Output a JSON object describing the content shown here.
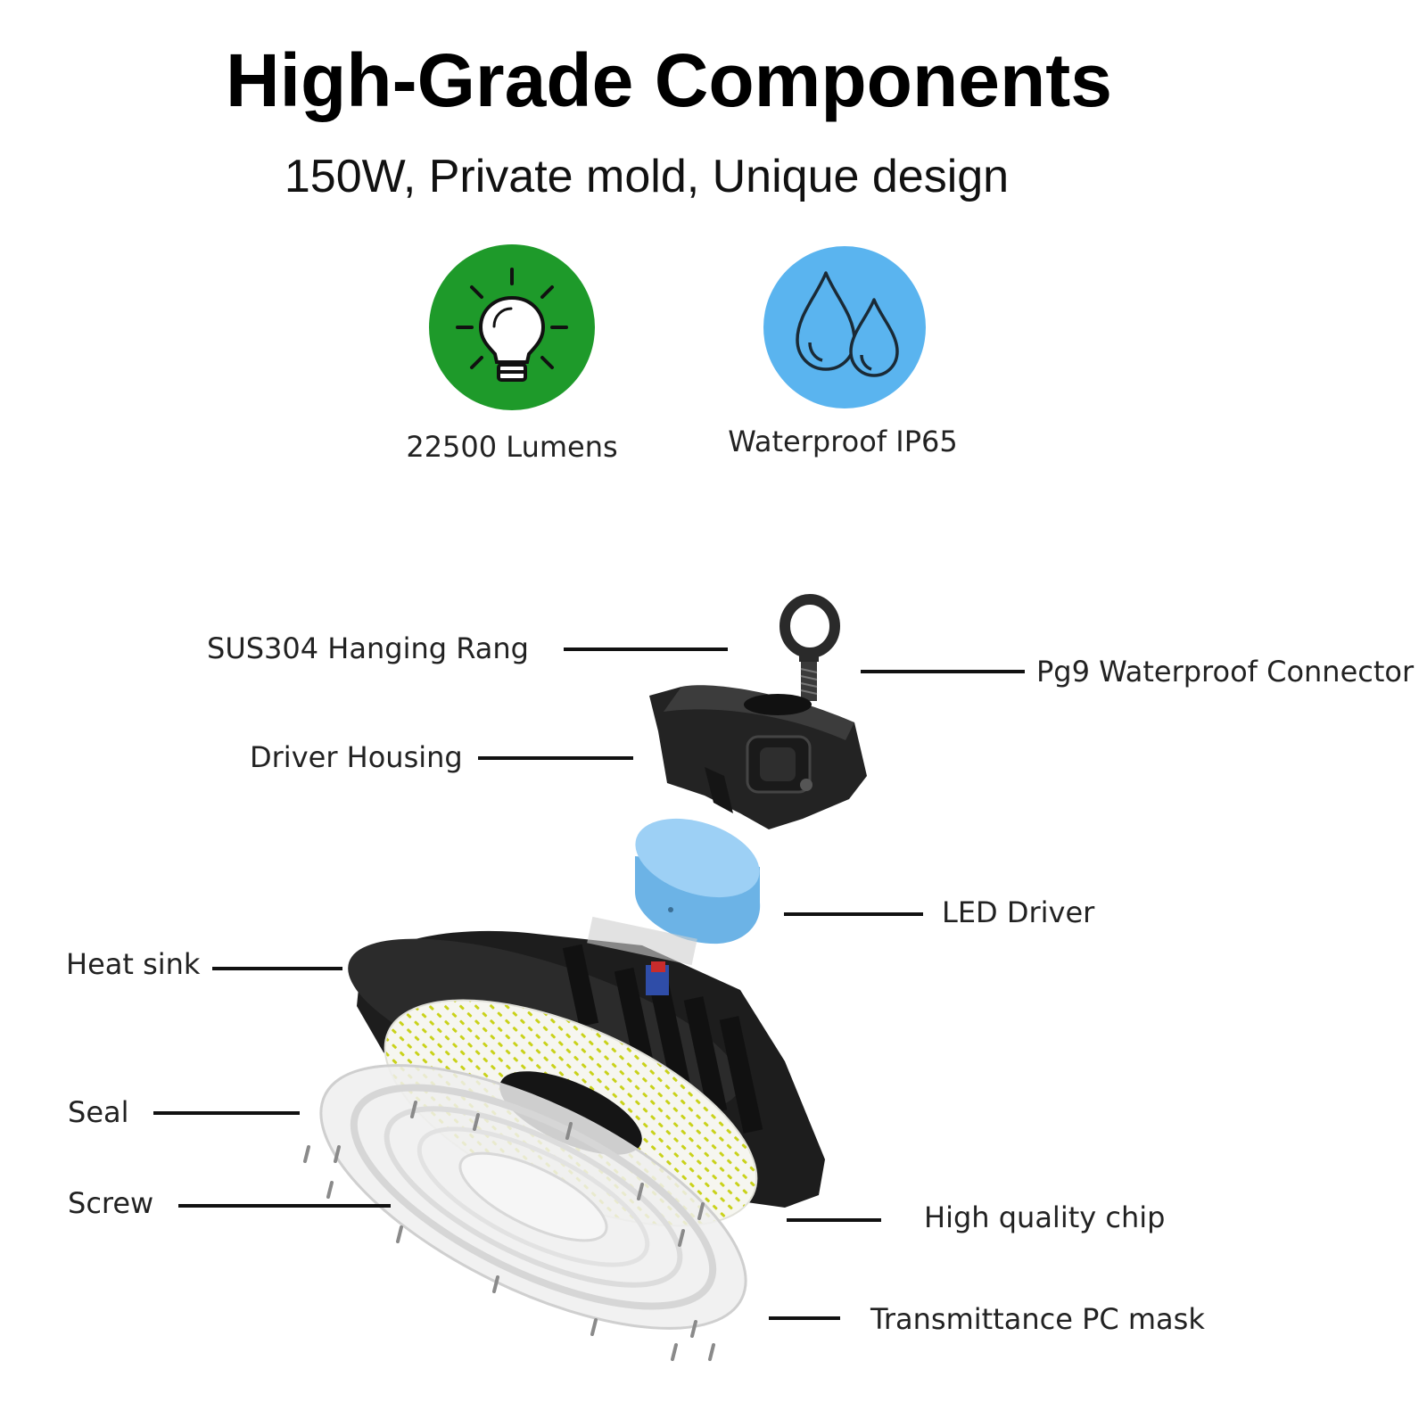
{
  "header": {
    "title": "High-Grade Components",
    "subtitle": "150W, Private mold, Unique design"
  },
  "features": [
    {
      "label": "22500 Lumens",
      "icon": "light-bulb-icon",
      "color": "#1e9a2a"
    },
    {
      "label": "Waterproof IP65",
      "icon": "water-drops-icon",
      "color": "#5ab4ef"
    }
  ],
  "callouts": {
    "hanging_ring": "SUS304 Hanging Rang",
    "connector": "Pg9 Waterproof Connector",
    "driver_housing": "Driver Housing",
    "led_driver": "LED Driver",
    "heat_sink": "Heat sink",
    "seal": "Seal",
    "screw": "Screw",
    "chip": "High quality chip",
    "pc_mask": "Transmittance PC mask"
  }
}
